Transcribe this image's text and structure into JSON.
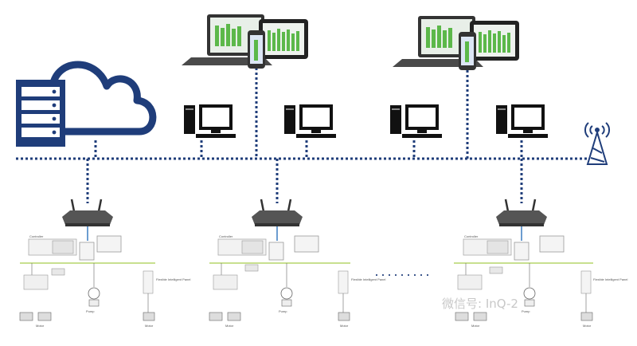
{
  "colors": {
    "network_line": "#1f3d7a",
    "cloud_stroke": "#1f3d7a",
    "router": "#555555",
    "screen_green": "#5cb84a",
    "field_bus": "#b5d56a",
    "signal_bars": "#1f3d7a",
    "watermark": "#c8c8c8"
  },
  "icons": {
    "cloud_server": "cloud-server-icon",
    "laptop_tablet_phone": "devices-icon",
    "workstation": "desktop-pc-icon",
    "antenna": "antenna-icon",
    "router": "wireless-router-icon"
  },
  "cells": [
    {
      "labels": {
        "controller": "Controller",
        "panel": "Flexible Intelligent Panel",
        "motor1": "Motor",
        "motor2": "Motor",
        "pump": "Pump"
      }
    },
    {
      "labels": {
        "controller": "Controller",
        "panel": "Flexible Intelligent Panel",
        "motor1": "Motor",
        "motor2": "Motor",
        "pump": "Pump"
      }
    },
    {
      "labels": {
        "controller": "Controller",
        "panel": "Flexible Intelligent Panel",
        "motor1": "Motor",
        "motor2": "Motor",
        "pump": "Pump"
      }
    }
  ],
  "ellipsis": "·········",
  "watermark": "微信号: InQ-2"
}
